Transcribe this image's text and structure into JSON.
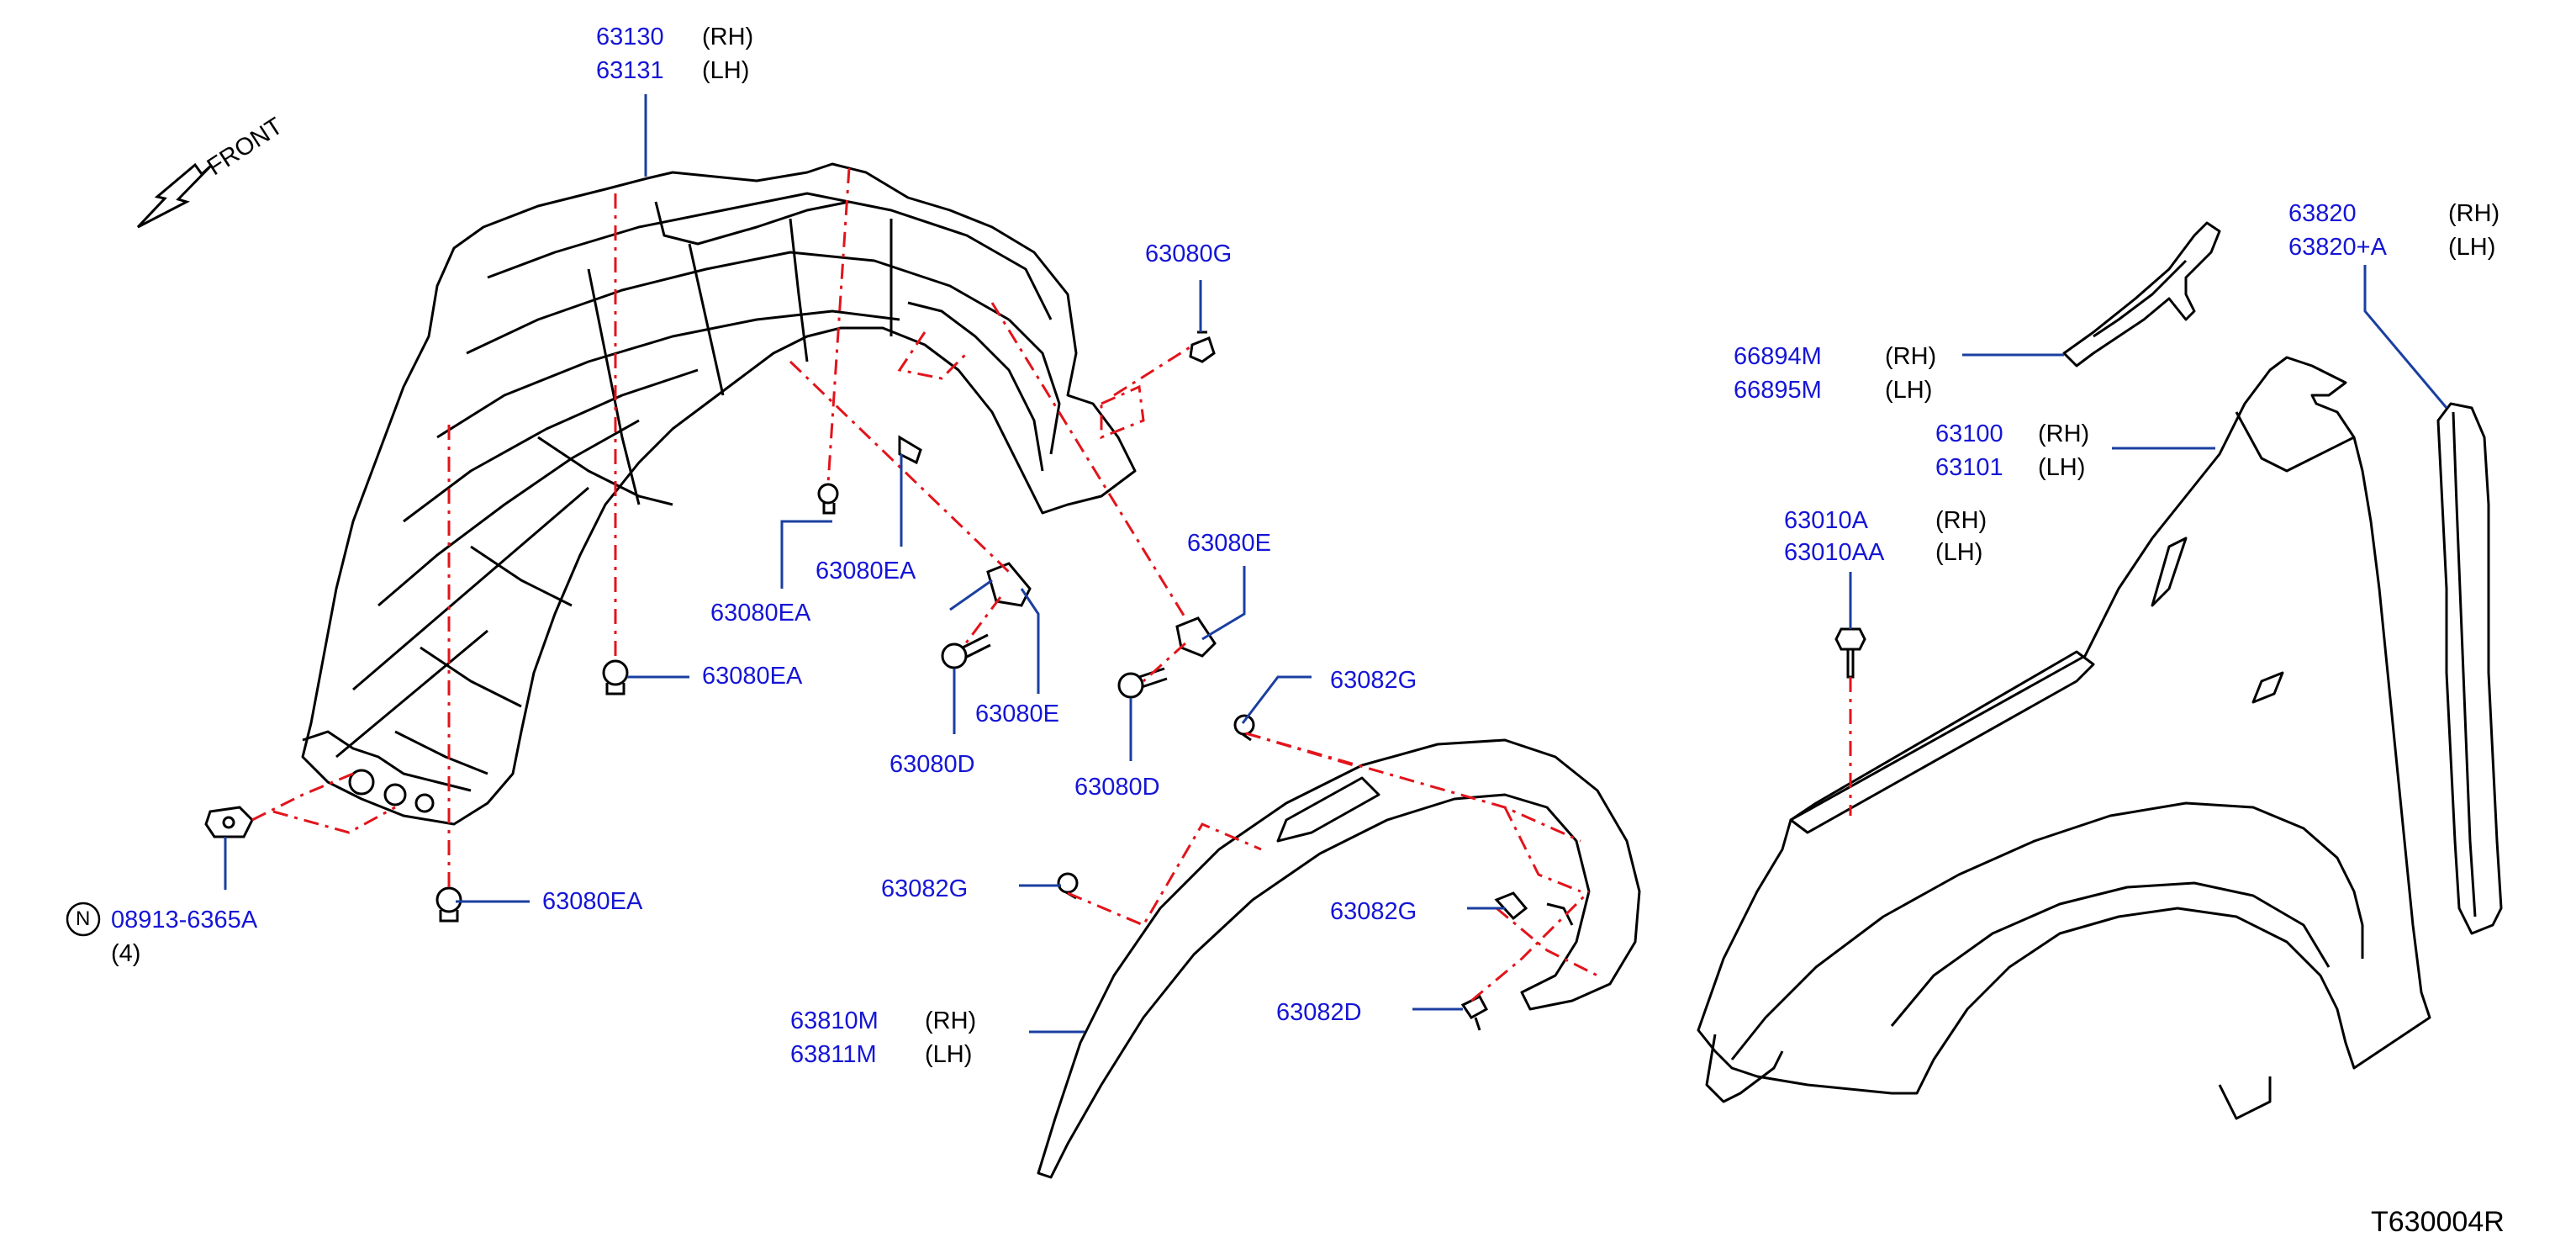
{
  "diagram": {
    "direction_label": "FRONT",
    "drawing_code": "T630004R",
    "colors": {
      "part_number": "#1515d6",
      "leader": "#1a3fa0",
      "dash": "#e2141b",
      "outline": "#000000"
    },
    "callouts": {
      "liner_rh": "63130",
      "liner_rh_side": "(RH)",
      "liner_lh": "63131",
      "liner_lh_side": "(LH)",
      "clip_63080g": "63080G",
      "clip_ea_top": "63080EA",
      "clip_ea_mid": "63080EA",
      "clip_ea_right": "63080EA",
      "clip_ea_bottom": "63080EA",
      "clip_e_right": "63080E",
      "clip_e_lower": "63080E",
      "bolt_d_left": "63080D",
      "bolt_d_right": "63080D",
      "nut_part": "08913-6365A",
      "nut_marker": "N",
      "nut_qty": "(4)",
      "clip_g_top": "63082G",
      "clip_g_left": "63082G",
      "clip_g_right": "63082G",
      "clip_d": "63082D",
      "moulding_rh": "63810M",
      "moulding_rh_side": "(RH)",
      "moulding_lh": "63811M",
      "moulding_lh_side": "(LH)",
      "bracket_rh": "66894M",
      "bracket_rh_side": "(RH)",
      "bracket_lh": "66895M",
      "bracket_lh_side": "(LH)",
      "fender_rh": "63100",
      "fender_rh_side": "(RH)",
      "fender_lh": "63101",
      "fender_lh_side": "(LH)",
      "bolt_rh": "63010A",
      "bolt_rh_side": "(RH)",
      "bolt_lh": "63010AA",
      "bolt_lh_side": "(LH)",
      "seal_rh": "63820",
      "seal_rh_side": "(RH)",
      "seal_lh": "63820+A",
      "seal_lh_side": "(LH)"
    }
  }
}
